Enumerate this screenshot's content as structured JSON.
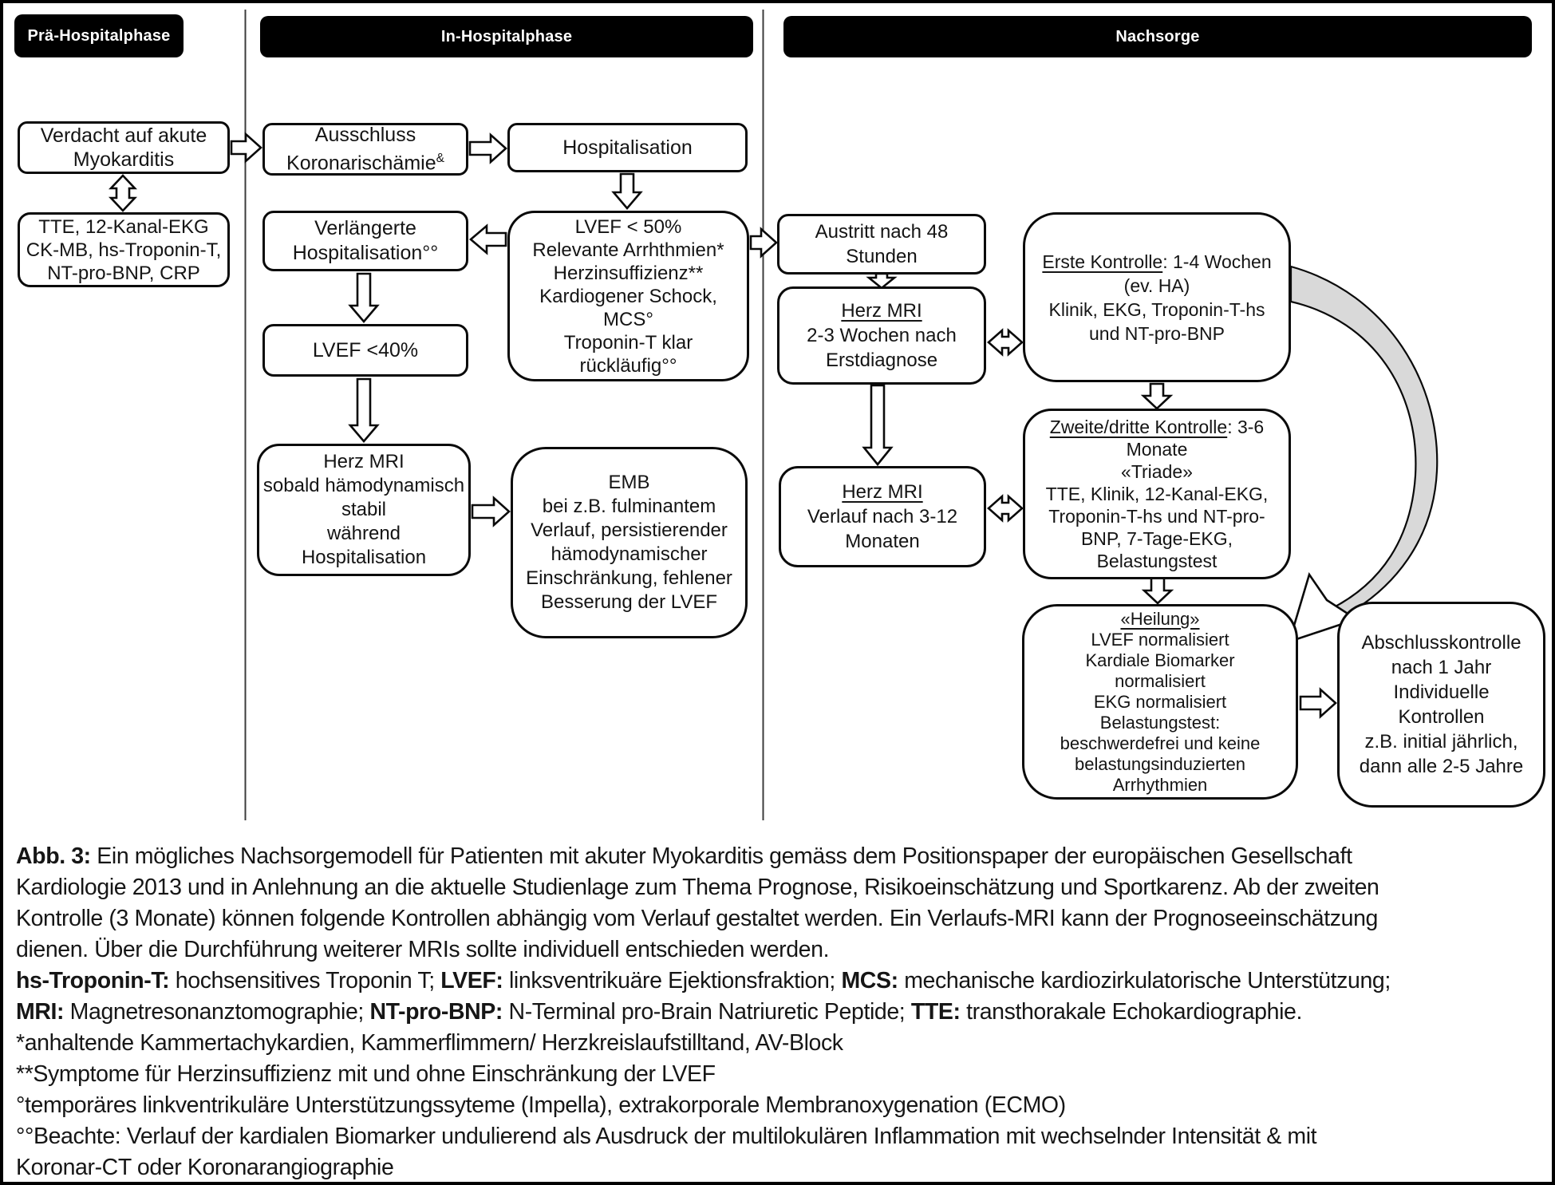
{
  "headers": {
    "pre": "Prä-Hospitalphase",
    "in": "In-Hospitalphase",
    "post": "Nachsorge"
  },
  "boxes": {
    "verdacht": {
      "lines": [
        [
          {
            "t": "Verdacht auf akute"
          }
        ],
        [
          {
            "t": "Myokarditis"
          }
        ]
      ]
    },
    "tte": {
      "lines": [
        [
          {
            "t": "TTE, 12-Kanal-EKG"
          }
        ],
        [
          {
            "t": "CK-MB, hs-Troponin-T,"
          }
        ],
        [
          {
            "t": "NT-pro-BNP, CRP"
          }
        ]
      ]
    },
    "ausschluss": {
      "lines": [
        [
          {
            "t": "Ausschluss"
          }
        ],
        [
          {
            "t": "Koronarischämie"
          },
          {
            "t": "&",
            "sup": true
          }
        ]
      ]
    },
    "hospitalisation": {
      "lines": [
        [
          {
            "t": "Hospitalisation"
          }
        ]
      ]
    },
    "lvef50": {
      "lines": [
        [
          {
            "t": "LVEF < 50%"
          }
        ],
        [
          {
            "t": "Relevante Arrhthmien*"
          }
        ],
        [
          {
            "t": "Herzinsuffizienz**"
          }
        ],
        [
          {
            "t": "Kardiogener Schock,"
          }
        ],
        [
          {
            "t": "MCS°"
          }
        ],
        [
          {
            "t": "Troponin-T klar"
          }
        ],
        [
          {
            "t": "rückläufig°°"
          }
        ]
      ]
    },
    "verlaengerte": {
      "lines": [
        [
          {
            "t": "Verlängerte"
          }
        ],
        [
          {
            "t": "Hospitalisation°°"
          }
        ]
      ]
    },
    "lvef40": {
      "lines": [
        [
          {
            "t": "LVEF <40%"
          }
        ]
      ]
    },
    "herzmri_hosp": {
      "lines": [
        [
          {
            "t": "Herz MRI"
          }
        ],
        [
          {
            "t": "sobald hämodynamisch"
          }
        ],
        [
          {
            "t": "stabil"
          }
        ],
        [
          {
            "t": "während"
          }
        ],
        [
          {
            "t": "Hospitalisation"
          }
        ]
      ]
    },
    "emb": {
      "lines": [
        [
          {
            "t": "EMB"
          }
        ],
        [
          {
            "t": "bei z.B. fulminantem"
          }
        ],
        [
          {
            "t": "Verlauf, persistierender"
          }
        ],
        [
          {
            "t": "hämodynamischer"
          }
        ],
        [
          {
            "t": "Einschränkung, fehlener"
          }
        ],
        [
          {
            "t": "Besserung der LVEF"
          }
        ]
      ]
    },
    "austritt": {
      "lines": [
        [
          {
            "t": "Austritt nach 48"
          }
        ],
        [
          {
            "t": "Stunden"
          }
        ]
      ]
    },
    "herzmri_2_3": {
      "lines": [
        [
          {
            "t": "Herz MRI",
            "u": true
          }
        ],
        [
          {
            "t": "2-3 Wochen nach"
          }
        ],
        [
          {
            "t": "Erstdiagnose"
          }
        ]
      ]
    },
    "erste_kontrolle": {
      "lines": [
        [
          {
            "t": "Erste Kontrolle",
            "u": true
          },
          {
            "t": ": 1-4 Wochen"
          }
        ],
        [
          {
            "t": "(ev. HA)"
          }
        ],
        [
          {
            "t": "Klinik, EKG, Troponin-T-hs"
          }
        ],
        [
          {
            "t": "und NT-pro-BNP"
          }
        ]
      ]
    },
    "herzmri_verlauf": {
      "lines": [
        [
          {
            "t": "Herz MRI",
            "u": true
          }
        ],
        [
          {
            "t": "Verlauf nach 3-12"
          }
        ],
        [
          {
            "t": "Monaten"
          }
        ]
      ]
    },
    "zweite_kontrolle": {
      "lines": [
        [
          {
            "t": "Zweite/dritte Kontrolle",
            "u": true
          },
          {
            "t": ": 3-6"
          }
        ],
        [
          {
            "t": "Monate"
          }
        ],
        [
          {
            "t": "«Triade»"
          }
        ],
        [
          {
            "t": "TTE, Klinik, 12-Kanal-EKG,"
          }
        ],
        [
          {
            "t": "Troponin-T-hs und NT-pro-"
          }
        ],
        [
          {
            "t": "BNP, 7-Tage-EKG,"
          }
        ],
        [
          {
            "t": "Belastungstest"
          }
        ]
      ]
    },
    "heilung": {
      "lines": [
        [
          {
            "t": "«Heilung»",
            "u": true
          }
        ],
        [
          {
            "t": "LVEF normalisiert"
          }
        ],
        [
          {
            "t": "Kardiale Biomarker"
          }
        ],
        [
          {
            "t": "normalisiert"
          }
        ],
        [
          {
            "t": "EKG normalisiert"
          }
        ],
        [
          {
            "t": "Belastungstest:"
          }
        ],
        [
          {
            "t": "beschwerdefrei und keine"
          }
        ],
        [
          {
            "t": "belastungsinduzierten"
          }
        ],
        [
          {
            "t": "Arrhythmien"
          }
        ]
      ]
    },
    "abschluss": {
      "lines": [
        [
          {
            "t": "Abschlusskontrolle"
          }
        ],
        [
          {
            "t": "nach 1 Jahr"
          }
        ],
        [
          {
            "t": "Individuelle"
          }
        ],
        [
          {
            "t": "Kontrollen"
          }
        ],
        [
          {
            "t": "z.B. initial jährlich,"
          }
        ],
        [
          {
            "t": "dann alle 2-5 Jahre"
          }
        ]
      ]
    }
  },
  "caption": {
    "lines": [
      [
        {
          "t": "Abb. 3:",
          "b": true
        },
        {
          "t": " Ein mögliches Nachsorgemodell für Patienten mit akuter Myokarditis gemäss dem Positionspaper der europäischen Gesellschaft"
        }
      ],
      [
        {
          "t": "Kardiologie 2013 und in Anlehnung an die aktuelle Studienlage zum Thema Prognose, Risikoeinschätzung und Sportkarenz. Ab der zweiten"
        }
      ],
      [
        {
          "t": "Kontrolle (3 Monate) können folgende Kontrollen abhängig vom Verlauf gestaltet werden. Ein Verlaufs-MRI kann der Prognoseeinschätzung"
        }
      ],
      [
        {
          "t": "dienen. Über die Durchführung weiterer MRIs sollte individuell entschieden werden."
        }
      ],
      [
        {
          "t": "hs-Troponin-T:",
          "b": true
        },
        {
          "t": " hochsensitives Troponin T; "
        },
        {
          "t": "LVEF:",
          "b": true
        },
        {
          "t": " linksventrikuäre Ejektionsfraktion; "
        },
        {
          "t": "MCS:",
          "b": true
        },
        {
          "t": " mechanische kardiozirkulatorische Unterstützung;"
        }
      ],
      [
        {
          "t": "MRI:",
          "b": true
        },
        {
          "t": " Magnetresonanztomographie; "
        },
        {
          "t": "NT-pro-BNP:",
          "b": true
        },
        {
          "t": " N-Terminal pro-Brain Natriuretic Peptide; "
        },
        {
          "t": "TTE:",
          "b": true
        },
        {
          "t": " transthorakale Echokardiographie."
        }
      ],
      [
        {
          "t": "*anhaltende Kammertachykardien, Kammerflimmern/ Herzkreislaufstilltand, AV-Block"
        }
      ],
      [
        {
          "t": "**Symptome für Herzinsuffizienz mit und ohne Einschränkung der LVEF"
        }
      ],
      [
        {
          "t": "°temporäres linkventrikuläre Unterstützungssyteme (Impella), extrakorporale Membranoxygenation (ECMO)"
        }
      ],
      [
        {
          "t": "°°Beachte: Verlauf der kardialen Biomarker undulierend als Ausdruck der multilokulären Inflammation mit wechselnder Intensität & mit"
        }
      ],
      [
        {
          "t": "Koronar-CT oder Koronarangiographie"
        }
      ]
    ]
  }
}
